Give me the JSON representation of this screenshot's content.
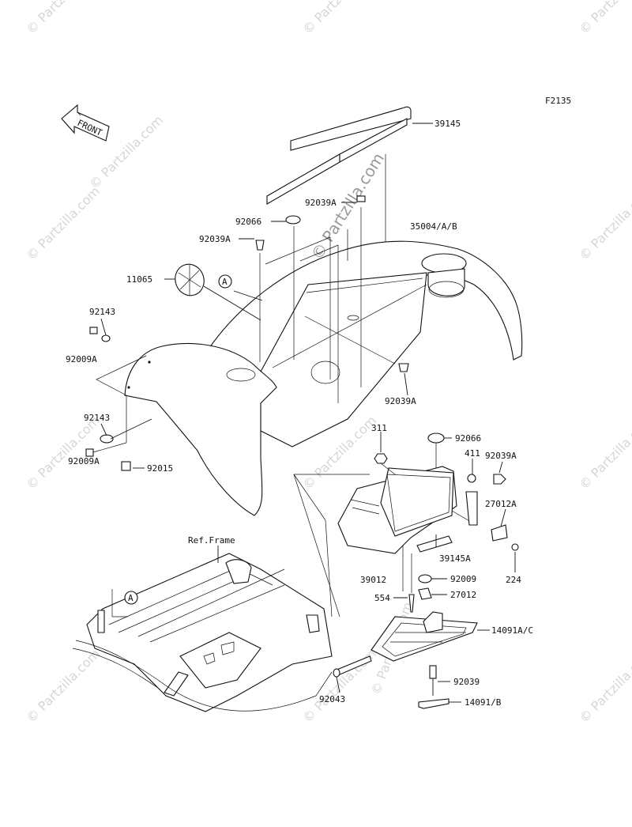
{
  "diagram_code": "F2135",
  "front_label": "FRONT",
  "ref_frame_label": "Ref.Frame",
  "callout_a": "A",
  "watermark": "© Partzilla.com",
  "parts": [
    {
      "id": "39145",
      "label": "39145"
    },
    {
      "id": "92039A-top",
      "label": "92039A"
    },
    {
      "id": "92066-top",
      "label": "92066"
    },
    {
      "id": "92039A-left",
      "label": "92039A"
    },
    {
      "id": "35004",
      "label": "35004/A/B"
    },
    {
      "id": "11065",
      "label": "11065"
    },
    {
      "id": "92143-top",
      "label": "92143"
    },
    {
      "id": "92009A-top",
      "label": "92009A"
    },
    {
      "id": "92039A-mid",
      "label": "92039A"
    },
    {
      "id": "92143-bot",
      "label": "92143"
    },
    {
      "id": "311",
      "label": "311"
    },
    {
      "id": "92066-right",
      "label": "92066"
    },
    {
      "id": "411",
      "label": "411"
    },
    {
      "id": "92039A-right",
      "label": "92039A"
    },
    {
      "id": "92009A-bot",
      "label": "92009A"
    },
    {
      "id": "92015",
      "label": "92015"
    },
    {
      "id": "27012A",
      "label": "27012A"
    },
    {
      "id": "39145A",
      "label": "39145A"
    },
    {
      "id": "224",
      "label": "224"
    },
    {
      "id": "39012",
      "label": "39012"
    },
    {
      "id": "92009",
      "label": "92009"
    },
    {
      "id": "554",
      "label": "554"
    },
    {
      "id": "27012",
      "label": "27012"
    },
    {
      "id": "14091AC",
      "label": "14091A/C"
    },
    {
      "id": "92039",
      "label": "92039"
    },
    {
      "id": "92043",
      "label": "92043"
    },
    {
      "id": "14091B",
      "label": "14091/B"
    }
  ]
}
